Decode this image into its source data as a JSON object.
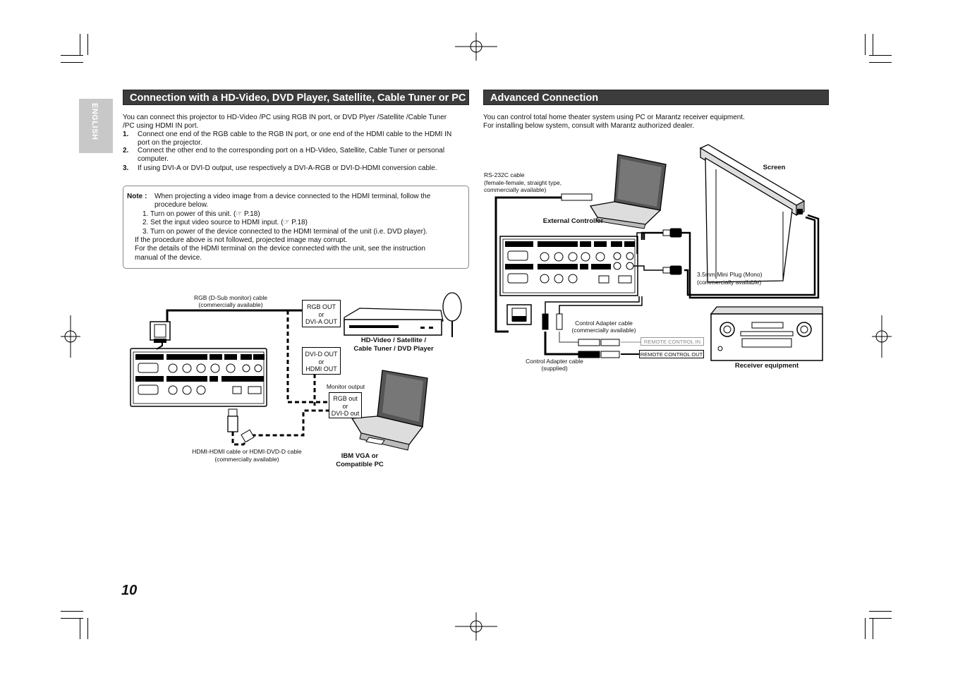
{
  "sidebar": {
    "language_tab": "ENGLISH"
  },
  "left_section": {
    "title": "Connection with a HD-Video, DVD Player, Satellite, Cable Tuner or PC",
    "intro_line1": "You can connect this projector to HD-Video /PC using RGB IN port, or DVD Plyer /Satellite /Cable Tuner",
    "intro_line2": "/PC using HDMI IN port.",
    "steps": [
      {
        "num": "1.",
        "line1": "Connect one end of the RGB cable to the RGB IN port, or one end of the HDMI cable to the HDMI IN",
        "line2": "port on the projector."
      },
      {
        "num": "2.",
        "line1": "Connect the other end to the corresponding port on a HD-Video, Satellite, Cable Tuner or personal",
        "line2": "computer."
      },
      {
        "num": "3.",
        "line1": "If using DVI-A or DVI-D output, use respectively a DVI-A-RGB or DVI-D-HDMI conversion cable.",
        "line2": ""
      }
    ],
    "note": {
      "label": "Note :",
      "line1": "When projecting a video image from a device connected to the HDMI terminal, follow the",
      "line2": "procedure below.",
      "item1": "1. Turn on power of this unit. (☞ P.18)",
      "item2": "2. Set the input video source to HDMI input. (☞ P.18)",
      "item3": "3. Turn on power of the device connected to the HDMI terminal of the unit (i.e. DVD player).",
      "line3": "If the procedure above is not followed, projected image may corrupt.",
      "line4": "For the details of the HDMI terminal on the device connected with the unit, see the instruction",
      "line5": "manual of the device."
    },
    "diagram": {
      "rgb_cable_l1": "RGB (D-Sub monitor) cable",
      "rgb_cable_l2": "(commercially available)",
      "rgb_out_l1": "RGB OUT",
      "rgb_out_l2": "or",
      "rgb_out_l3": "DVI-A OUT",
      "dvd_l1": "HD-Video / Satellite /",
      "dvd_l2": "Cable Tuner / DVD Player",
      "dvid_l1": "DVI-D OUT",
      "dvid_l2": "or",
      "dvid_l3": "HDMI OUT",
      "monitor_output": "Monitor output",
      "rgbout_l1": "RGB out",
      "rgbout_l2": "or",
      "rgbout_l3": "DVI-D out",
      "hdmi_cable_l1": "HDMI-HDMI cable or HDMI-DVD-D cable",
      "hdmi_cable_l2": "(commercially available)",
      "pc_l1": "IBM VGA or",
      "pc_l2": "Compatible PC"
    }
  },
  "right_section": {
    "title": "Advanced Connection",
    "intro_line1": "You can control total home theater system using PC or Marantz receiver equipment.",
    "intro_line2": "For installing below system, consult with Marantz authorized dealer.",
    "diagram": {
      "rs232_l1": "RS-232C cable",
      "rs232_l2": "(female-female, straight type,",
      "rs232_l3": "commercially available)",
      "external_controller": "External Controller",
      "screen": "Screen",
      "mini_plug_l1": "3.5mm Mini Plug (Mono)",
      "mini_plug_l2": "(commercially available)",
      "ctrl_adapter_l1": "Control Adapter cable",
      "ctrl_adapter_l2": "(commercially available)",
      "remote_in": "REMOTE CONTROL IN",
      "remote_out": "REMOTE CONTROL OUT",
      "ctrl_supplied_l1": "Control Adapter cable",
      "ctrl_supplied_l2": "(supplied)",
      "receiver": "Receiver equipment"
    }
  },
  "footer": {
    "page_number": "10"
  }
}
